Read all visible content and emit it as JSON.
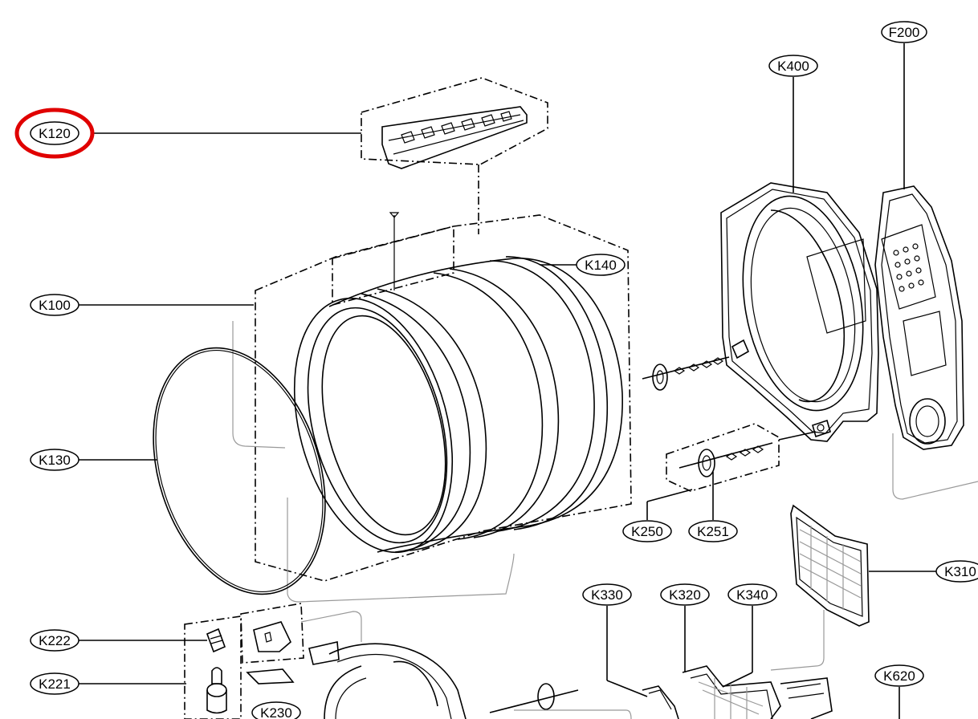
{
  "diagram": {
    "labels": {
      "k120": "K120",
      "k100": "K100",
      "k130": "K130",
      "k140": "K140",
      "k222": "K222",
      "k221": "K221",
      "k230": "K230",
      "k400": "K400",
      "f200": "F200",
      "k250": "K250",
      "k251": "K251",
      "k310": "K310",
      "k330": "K330",
      "k320": "K320",
      "k340": "K340",
      "k620": "K620"
    },
    "highlight": {
      "part": "K120",
      "color": "#e00000"
    }
  }
}
